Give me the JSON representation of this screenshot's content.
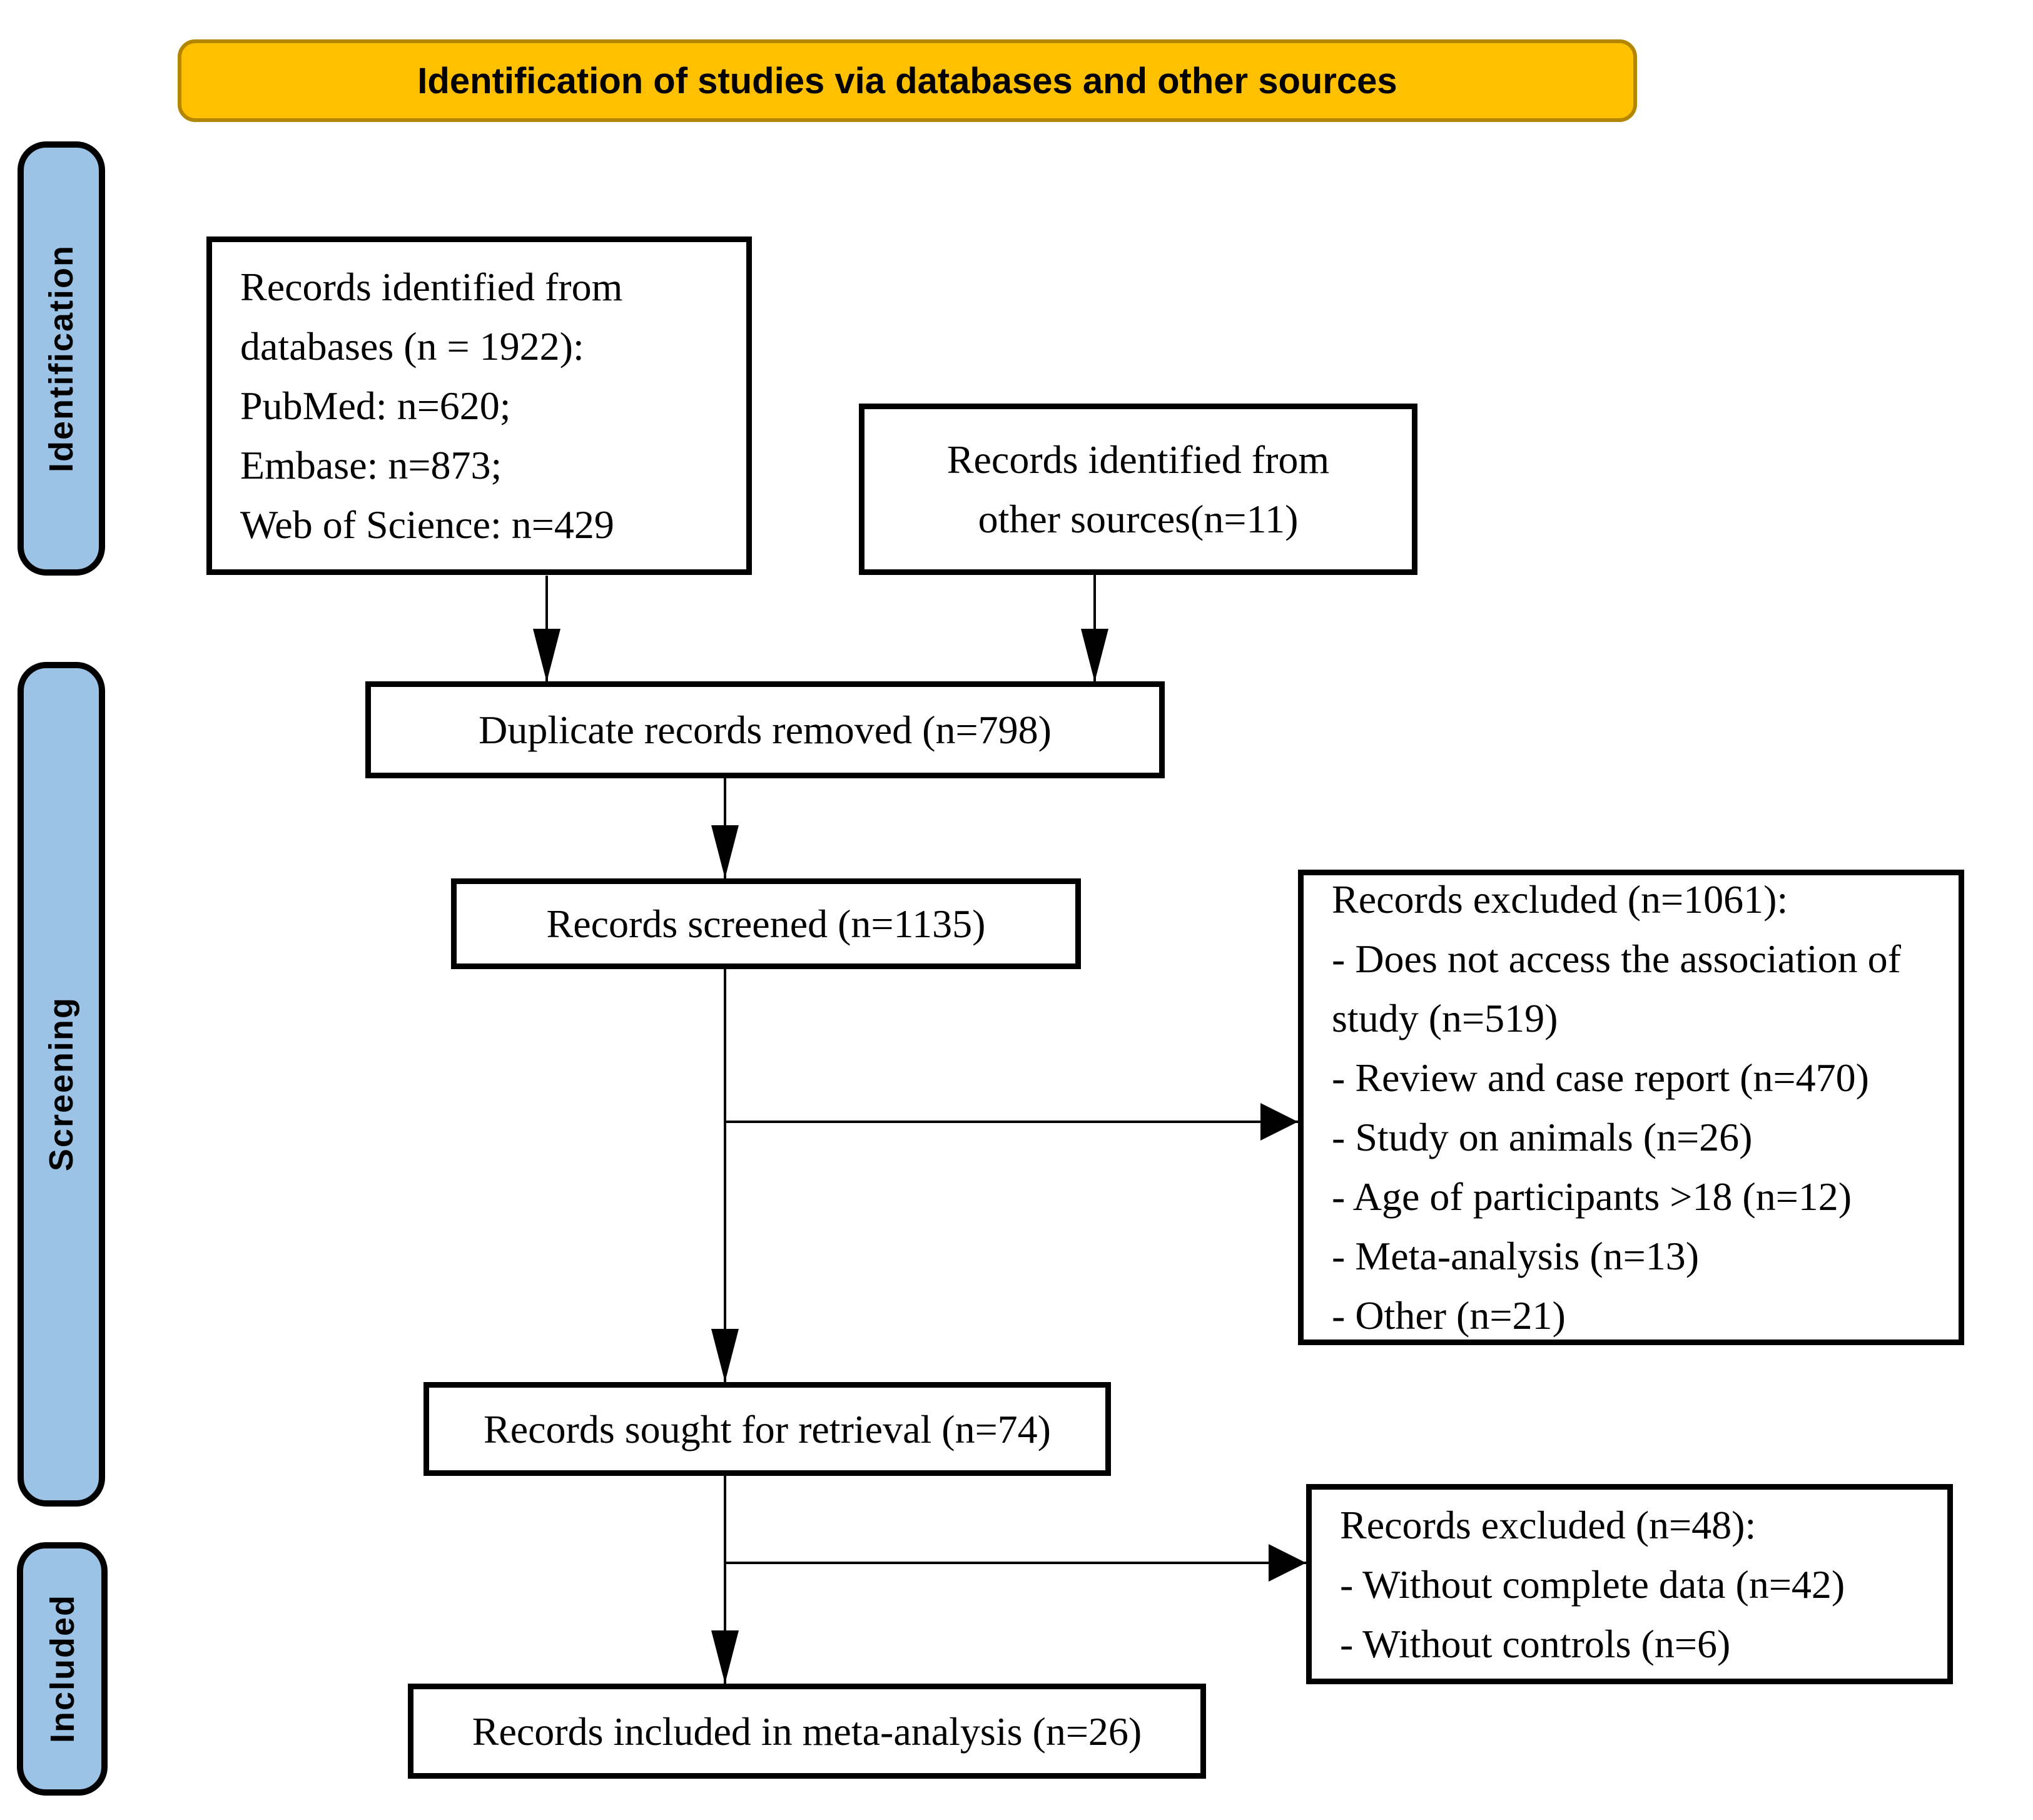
{
  "banner": {
    "title": "Identification of studies via databases and other sources"
  },
  "sidebar": {
    "identification_label": "Identification",
    "screening_label": "Screening",
    "included_label": "Included"
  },
  "boxes": {
    "databases": {
      "lines": [
        "Records identified from",
        "databases (n = 1922):",
        "PubMed: n=620;",
        "Embase: n=873;",
        "Web of Science: n=429"
      ]
    },
    "other_sources": {
      "lines": [
        "Records identified from",
        "other sources(n=11)"
      ]
    },
    "duplicates_removed": {
      "text": "Duplicate records removed (n=798)"
    },
    "screened": {
      "text": "Records screened (n=1135)"
    },
    "excluded_screening": {
      "lines": [
        "Records excluded (n=1061):",
        "- Does not access the association of",
        "study (n=519)",
        "- Review and case report (n=470)",
        "- Study on animals (n=26)",
        "- Age of participants >18 (n=12)",
        "- Meta-analysis (n=13)",
        "- Other (n=21)"
      ]
    },
    "sought_retrieval": {
      "text": "Records sought for retrieval (n=74)"
    },
    "excluded_retrieval": {
      "lines": [
        "Records excluded (n=48):",
        "- Without complete data (n=42)",
        "- Without controls (n=6)"
      ]
    },
    "included_meta": {
      "text": "Records included in meta-analysis (n=26)"
    }
  },
  "colors": {
    "banner_fill": "#FFC000",
    "banner_border": "#B38600",
    "sidebar_fill": "#9CC3E5",
    "box_border": "#000000"
  }
}
